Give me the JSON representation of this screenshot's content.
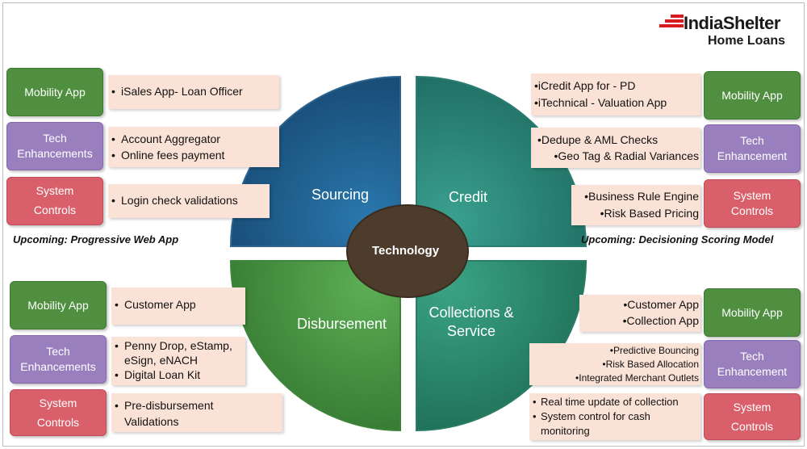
{
  "logo": {
    "brand": "IndiaShelter",
    "sub": "Home Loans"
  },
  "hub": "Technology",
  "quadrants": {
    "sourcing": "Sourcing",
    "credit": "Credit",
    "disbursement": "Disbursement",
    "collections_line1": "Collections &",
    "collections_line2": "Service"
  },
  "colors": {
    "sourcing": "#1f5f8f",
    "credit": "#2e8b7c",
    "disbursement": "#4f9a4a",
    "collections": "#2e8b6f",
    "hub": "#4a3a2a",
    "green_box": "#4f8f3f",
    "purple_box": "#9a7fbf",
    "red_box": "#d9606a",
    "panel": "#fbe2d6"
  },
  "left_top": {
    "mobility": {
      "label": "Mobility App",
      "items": [
        "iSales App- Loan Officer"
      ]
    },
    "tech": {
      "label1": "Tech",
      "label2": "Enhancements",
      "items": [
        "Account Aggregator",
        "Online fees payment"
      ]
    },
    "system": {
      "label1": "System",
      "label2": "Controls",
      "items": [
        "Login check validations"
      ]
    },
    "upcoming": "Upcoming: Progressive Web App"
  },
  "right_top": {
    "mobility": {
      "label": "Mobility App",
      "items": [
        "iCredit App for - PD",
        "iTechnical - Valuation App"
      ]
    },
    "tech": {
      "label1": "Tech",
      "label2": "Enhancement",
      "items": [
        "Dedupe & AML Checks",
        "Geo Tag & Radial Variances"
      ]
    },
    "system": {
      "label1": "System",
      "label2": "Controls",
      "items": [
        "Business Rule Engine",
        "Risk Based Pricing"
      ]
    },
    "upcoming": "Upcoming: Decisioning Scoring Model"
  },
  "left_bottom": {
    "mobility": {
      "label": "Mobility App",
      "items": [
        "Customer App"
      ]
    },
    "tech": {
      "label1": "Tech",
      "label2": "Enhancements",
      "item1_line1": "Penny Drop, eStamp,",
      "item1_line2": "eSign, eNACH",
      "item2": "Digital Loan Kit"
    },
    "system": {
      "label1": "System",
      "label2": "Controls",
      "item_line1": "Pre-disbursement",
      "item_line2": "Validations"
    }
  },
  "right_bottom": {
    "mobility": {
      "label": "Mobility App",
      "items": [
        "Customer App",
        "Collection App"
      ]
    },
    "tech": {
      "label1": "Tech",
      "label2": "Enhancement",
      "items": [
        "Predictive Bouncing",
        "Risk Based Allocation",
        "Integrated Merchant Outlets"
      ]
    },
    "system": {
      "label1": "System",
      "label2": "Controls",
      "item1": "Real time update of collection",
      "item2_line1": "System control for cash",
      "item2_line2": "monitoring"
    }
  }
}
